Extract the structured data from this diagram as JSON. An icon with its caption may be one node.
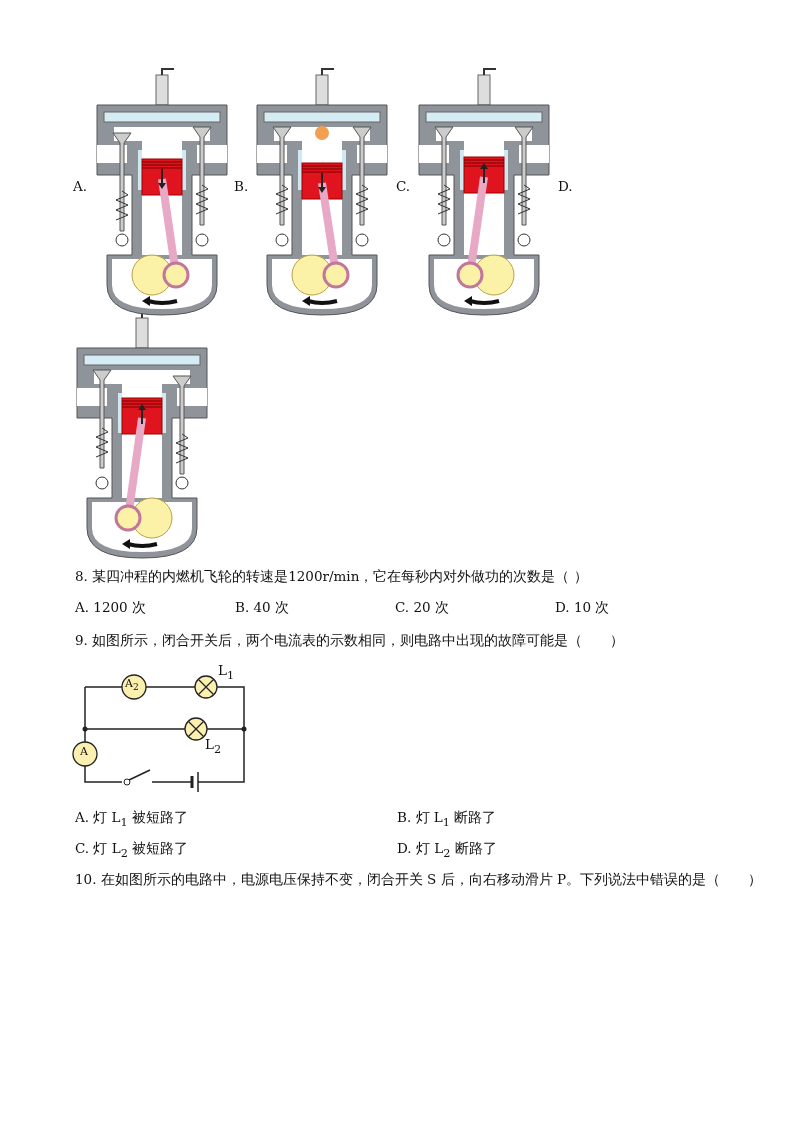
{
  "diagram": {
    "labels": [
      "A.",
      "B.",
      "C.",
      "D.",
      "8. 某四冲程的内燃机飞轮的转速是1200r/min，它在每秒内对外做功的次数是（ ）",
      "A. 1200 次",
      "B. 40 次",
      "C. 20 次",
      "D. 10 次",
      "9. 如图所示，闭合开关后，两个电流表的示数相同，则电路中出现的故障可能是（　　）",
      "A$_{2}$",
      "L$_{1}$",
      "L$_{2}$",
      "A",
      "A. 灯 L$_{1}$ 被短路了",
      "B. 灯 L$_{1}$ 断路了",
      "C. 灯 L$_{2}$ 被短路了",
      "D. 灯 L$_{2}$ 断路了",
      "10. 在如图所示的电路中，电源电压保持不变，闭合开关 S 后，向右移动滑片 P。下列说法中错误的是（　　）"
    ]
  }
}
